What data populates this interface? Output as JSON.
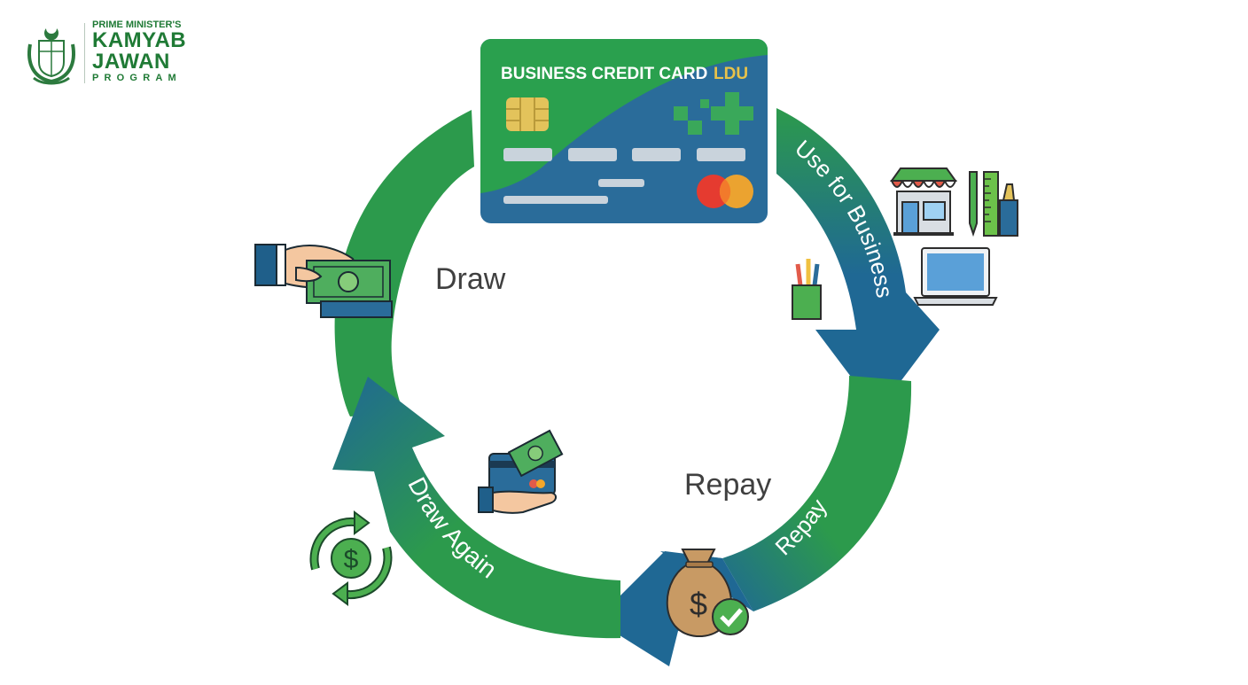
{
  "logo": {
    "line1": "PRIME MINISTER'S",
    "line2": "KAMYAB",
    "line3": "JAWAN",
    "line4": "PROGRAM"
  },
  "card": {
    "title": "BUSINESS CREDIT CARD",
    "brand": "LDU"
  },
  "cycle": {
    "draw_label": "Draw",
    "repay_label": "Repay",
    "arc_use": "Use for Business",
    "arc_repay": "Repay",
    "arc_draw_again": "Draw Again"
  },
  "colors": {
    "green": "#2c9a4c",
    "blue": "#1f6894",
    "card_green": "#2aa04e",
    "card_blue": "#2a6c9a",
    "chip": "#e3c35b",
    "text": "#404040"
  },
  "icons": [
    "emblem-icon",
    "hand-cash-icon",
    "shop-icon",
    "stationery-icon",
    "pencil-cup-icon",
    "laptop-icon",
    "card-hand-icon",
    "money-bag-check-icon",
    "recycle-dollar-icon",
    "card-chip-icon",
    "mastercard-icon"
  ]
}
